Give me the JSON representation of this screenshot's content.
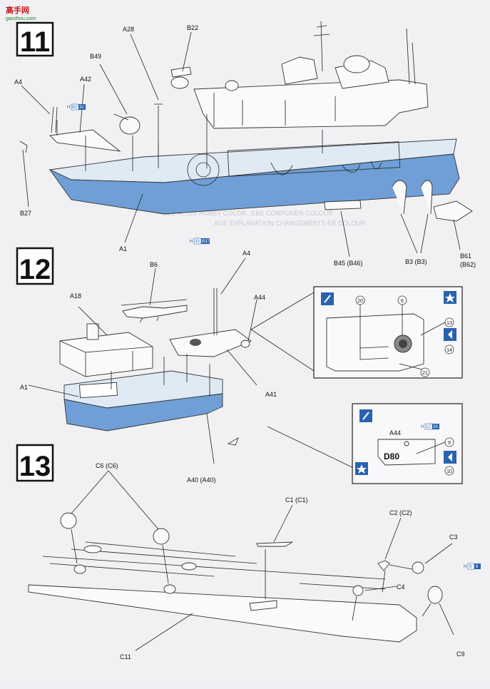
{
  "watermark": {
    "text": "高手网",
    "sub": "gaoshou.com"
  },
  "faint_strips": [
    "ARP A...US HOBBY COLOR...EBE COMPONEN COLOUR",
    "AGE EXPLANATION CHANGEMENTS ER COLOUR"
  ],
  "steps": [
    {
      "number": "11",
      "labels": {
        "A28": "A28",
        "B22": "B22",
        "A4": "A4",
        "A42": "A42",
        "B49": "B49",
        "B27": "B27",
        "A1": "A1",
        "B45": "B45 (B46)",
        "B3": "B3 (B3)",
        "B61": "B61",
        "B62": "(B62)"
      },
      "hints": [
        {
          "prefix": "H",
          "code": "B2",
          "num": "31"
        },
        {
          "prefix": "H",
          "code": "33",
          "num": "B37"
        }
      ]
    },
    {
      "number": "12",
      "labels": {
        "A4": "A4",
        "B6": "B6",
        "A18": "A18",
        "A44": "A44",
        "A1": "A1",
        "A41": "A41",
        "A40": "A40 (A40)"
      },
      "detail_top": {
        "callouts": [
          "20",
          "6",
          "13",
          "14",
          "21"
        ]
      },
      "detail_bottom": {
        "label": "A44",
        "hint": {
          "prefix": "H",
          "code": "12",
          "num": "33"
        },
        "decal_text": "D80",
        "callouts": [
          "9",
          "10"
        ]
      }
    },
    {
      "number": "13",
      "labels": {
        "C6": "C6 (C6)",
        "C1": "C1 (C1)",
        "C2": "C2 (C2)",
        "C3": "C3",
        "C4": "C4",
        "C11": "C11",
        "C9": "C9"
      },
      "hint": {
        "prefix": "H",
        "code": "9",
        "num": "9"
      }
    }
  ],
  "colors": {
    "hull": "#6f9fd6",
    "deck": "#dfeaf5",
    "hint": "#2a62b0"
  },
  "icons": [
    "paint-brush-icon",
    "star-decal-icon",
    "decal-arrow-icon"
  ]
}
